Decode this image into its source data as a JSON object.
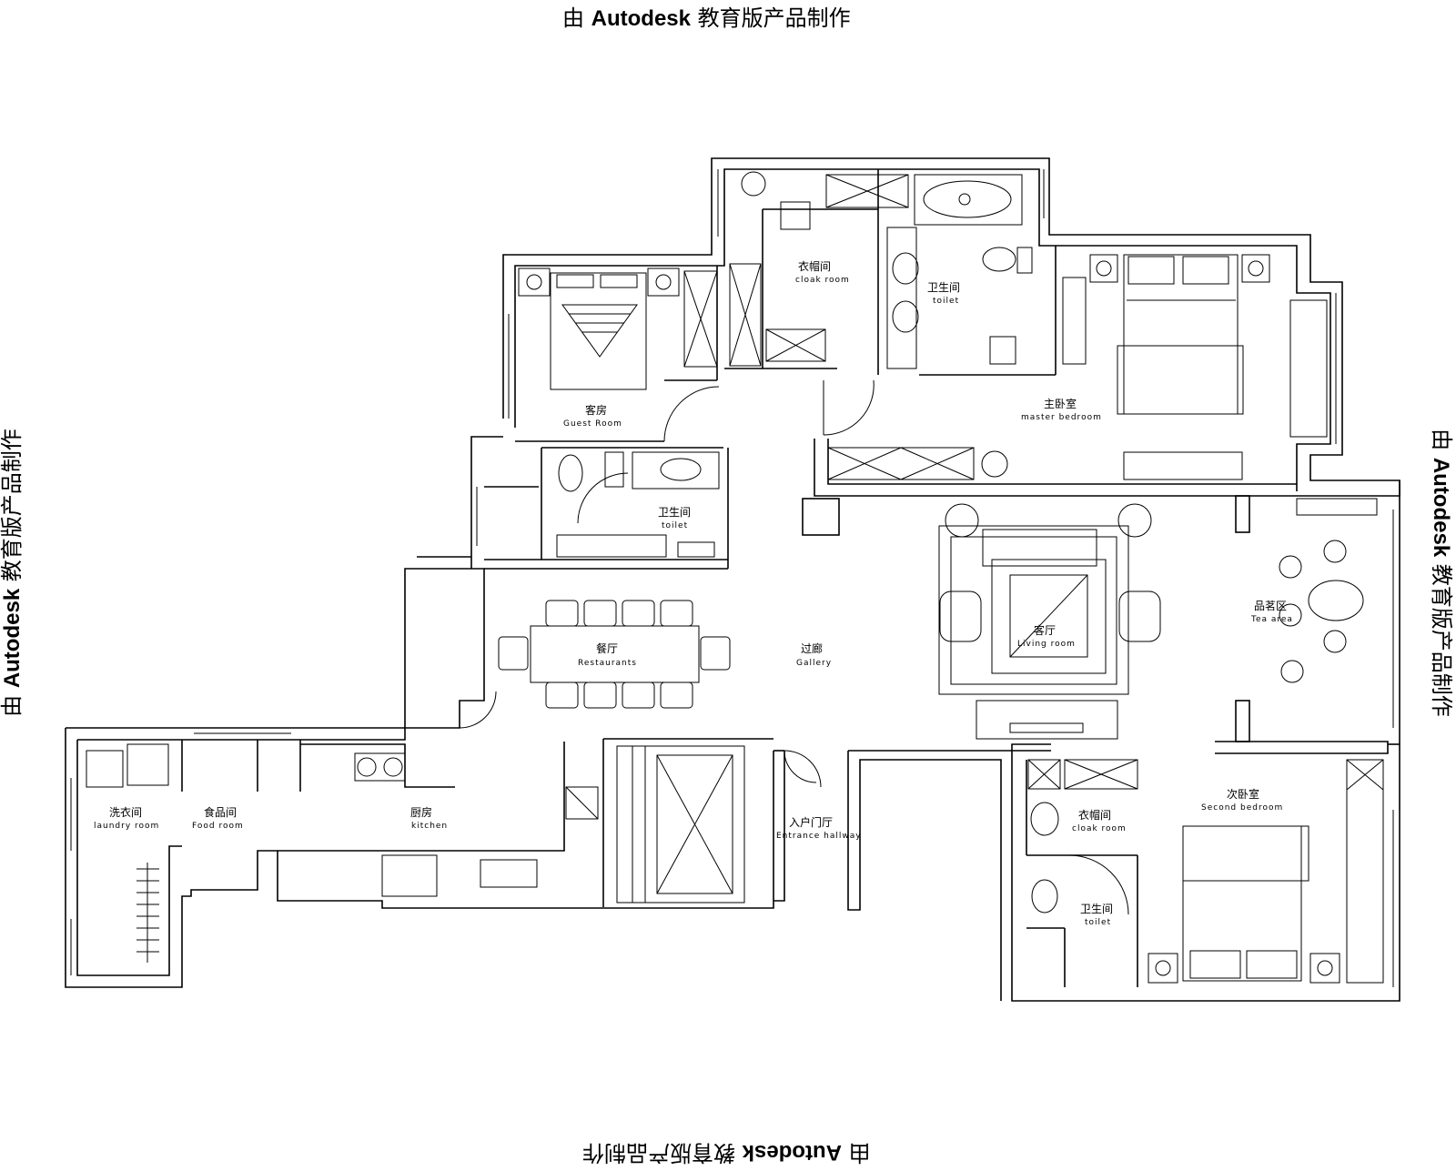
{
  "watermark": {
    "text_prefix": "由 ",
    "text_brand": "Autodesk",
    "text_suffix": " 教育版产品制作"
  },
  "rooms": {
    "cloakroom_master": {
      "zh": "衣帽间",
      "en": "cloak room"
    },
    "toilet_master": {
      "zh": "卫生间",
      "en": "toilet"
    },
    "guest_room": {
      "zh": "客房",
      "en": "Guest Room"
    },
    "master_bedroom": {
      "zh": "主卧室",
      "en": "master bedroom"
    },
    "toilet_guest": {
      "zh": "卫生间",
      "en": "toilet"
    },
    "living_room": {
      "zh": "客厅",
      "en": "Living room"
    },
    "tea_area": {
      "zh": "品茗区",
      "en": "Tea area"
    },
    "dining": {
      "zh": "餐厅",
      "en": "Restaurants"
    },
    "gallery": {
      "zh": "过廊",
      "en": "Gallery"
    },
    "laundry": {
      "zh": "洗衣间",
      "en": "laundry room"
    },
    "food_room": {
      "zh": "食品间",
      "en": "Food room"
    },
    "kitchen": {
      "zh": "厨房",
      "en": "kitchen"
    },
    "entrance": {
      "zh": "入户门厅",
      "en": "Entrance hallway"
    },
    "cloakroom_second": {
      "zh": "衣帽间",
      "en": "cloak room"
    },
    "second_bedroom": {
      "zh": "次卧室",
      "en": "Second bedroom"
    },
    "toilet_second": {
      "zh": "卫生间",
      "en": "toilet"
    }
  }
}
